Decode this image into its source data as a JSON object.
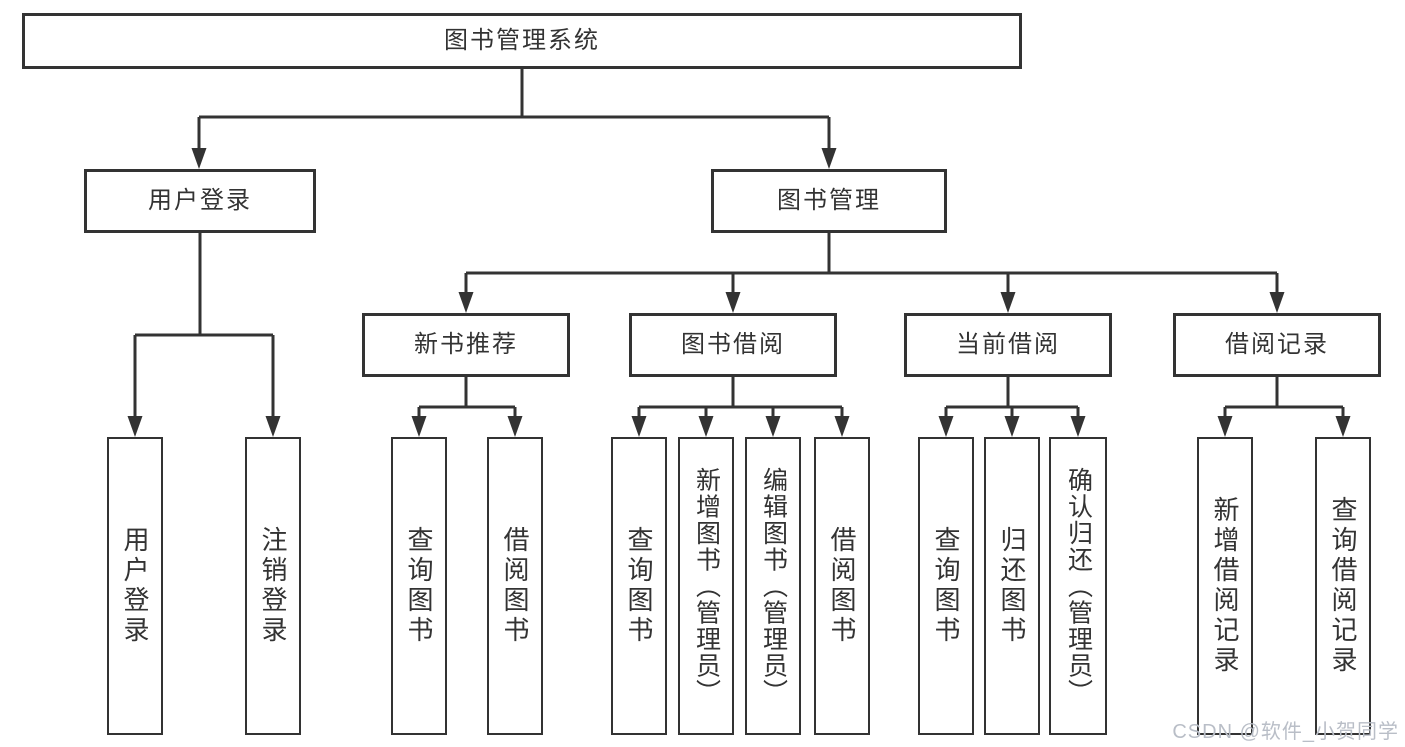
{
  "title": "图书管理系统",
  "colors": {
    "line": "#333333",
    "box_border": "#333333",
    "text": "#333333",
    "watermark": "#b9bec7",
    "background": "#ffffff"
  },
  "nodes": [
    {
      "id": "root",
      "label": "图书管理系统"
    },
    {
      "id": "user-login",
      "label": "用户登录"
    },
    {
      "id": "book-mgmt",
      "label": "图书管理"
    },
    {
      "id": "new-book-rec",
      "label": "新书推荐"
    },
    {
      "id": "book-borrow",
      "label": "图书借阅"
    },
    {
      "id": "current-borrow",
      "label": "当前借阅"
    },
    {
      "id": "borrow-record",
      "label": "借阅记录"
    },
    {
      "id": "leaf-user-login",
      "label": "用户登录"
    },
    {
      "id": "leaf-logout",
      "label": "注销登录"
    },
    {
      "id": "leaf-query-book-1",
      "label": "查询图书"
    },
    {
      "id": "leaf-borrow-book-1",
      "label": "借阅图书"
    },
    {
      "id": "leaf-query-book-2",
      "label": "查询图书"
    },
    {
      "id": "leaf-add-book",
      "label": "新增图书（管理员）"
    },
    {
      "id": "leaf-edit-book",
      "label": "编辑图书（管理员）"
    },
    {
      "id": "leaf-borrow-book-2",
      "label": "借阅图书"
    },
    {
      "id": "leaf-query-book-3",
      "label": "查询图书"
    },
    {
      "id": "leaf-return-book",
      "label": "归还图书"
    },
    {
      "id": "leaf-confirm-return",
      "label": "确认归还（管理员）"
    },
    {
      "id": "leaf-add-record",
      "label": "新增借阅记录"
    },
    {
      "id": "leaf-query-record",
      "label": "查询借阅记录"
    }
  ],
  "tree": {
    "root": "图书管理系统",
    "children": [
      {
        "label": "用户登录",
        "children": [
          "用户登录",
          "注销登录"
        ]
      },
      {
        "label": "图书管理",
        "children": [
          {
            "label": "新书推荐",
            "children": [
              "查询图书",
              "借阅图书"
            ]
          },
          {
            "label": "图书借阅",
            "children": [
              "查询图书",
              "新增图书（管理员）",
              "编辑图书（管理员）",
              "借阅图书"
            ]
          },
          {
            "label": "当前借阅",
            "children": [
              "查询图书",
              "归还图书",
              "确认归还（管理员）"
            ]
          },
          {
            "label": "借阅记录",
            "children": [
              "新增借阅记录",
              "查询借阅记录"
            ]
          }
        ]
      }
    ]
  },
  "watermark": {
    "text": "CSDN @软件_小贺同学"
  }
}
